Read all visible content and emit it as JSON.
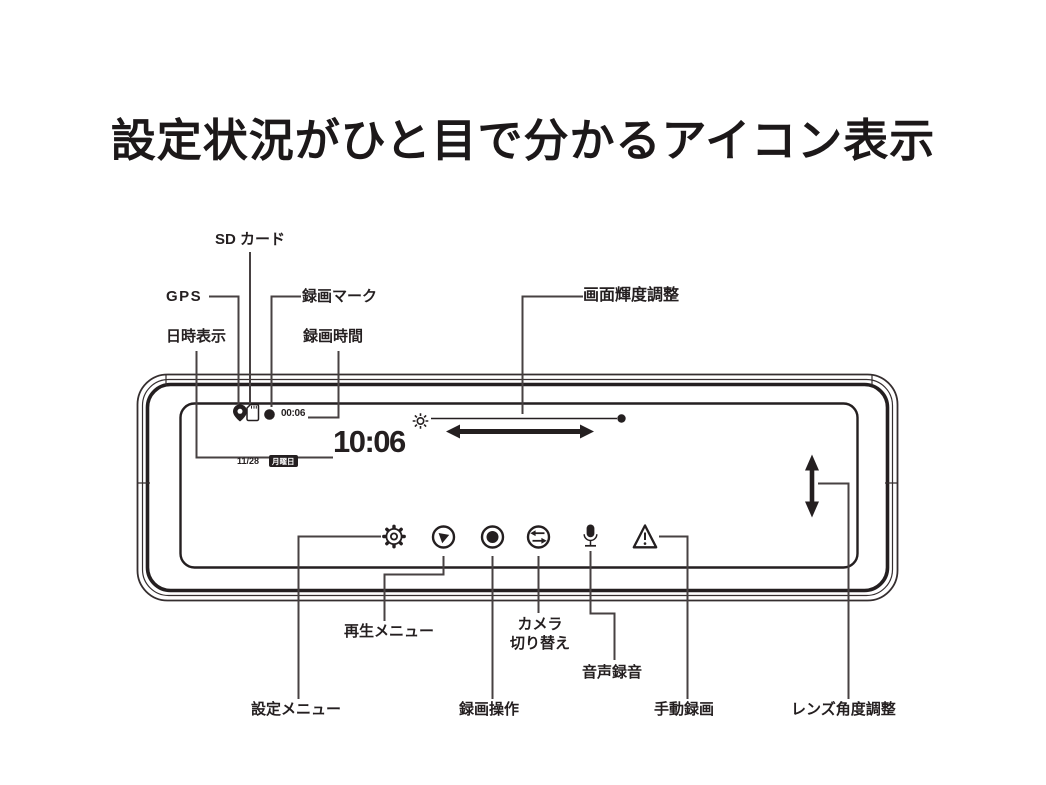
{
  "title": "設定状況がひと目で分かるアイコン表示",
  "callouts": {
    "sd_card": "SD カード",
    "gps": "GPS",
    "rec_mark": "録画マーク",
    "datetime_display": "日時表示",
    "rec_time": "録画時間",
    "brightness": "画面輝度調整",
    "play_menu": "再生メニュー",
    "camera_switch": [
      "カメラ",
      "切り替え"
    ],
    "audio_rec": "音声録音",
    "settings_menu": "設定メニュー",
    "rec_operation": "録画操作",
    "manual_rec": "手動録画",
    "lens_angle": "レンズ角度調整"
  },
  "display": {
    "rec_elapsed": "00:06",
    "clock": "10:06",
    "date": "11/28",
    "weekday": "月曜日"
  },
  "icons": {
    "status_bar": [
      "gps-pin-icon",
      "sd-card-icon",
      "record-dot-icon"
    ],
    "brightness_bar": [
      "brightness-sun-icon",
      "slider-line",
      "horizontal-double-arrow"
    ],
    "button_row": [
      "gear-icon",
      "play-icon",
      "record-button-icon",
      "camera-switch-icon",
      "microphone-icon",
      "warning-triangle-icon"
    ],
    "right_side": [
      "vertical-double-arrow"
    ]
  },
  "colors": {
    "ink": "#241f20",
    "frame": "#352e2f",
    "connector": "#474142",
    "background": "#ffffff"
  }
}
